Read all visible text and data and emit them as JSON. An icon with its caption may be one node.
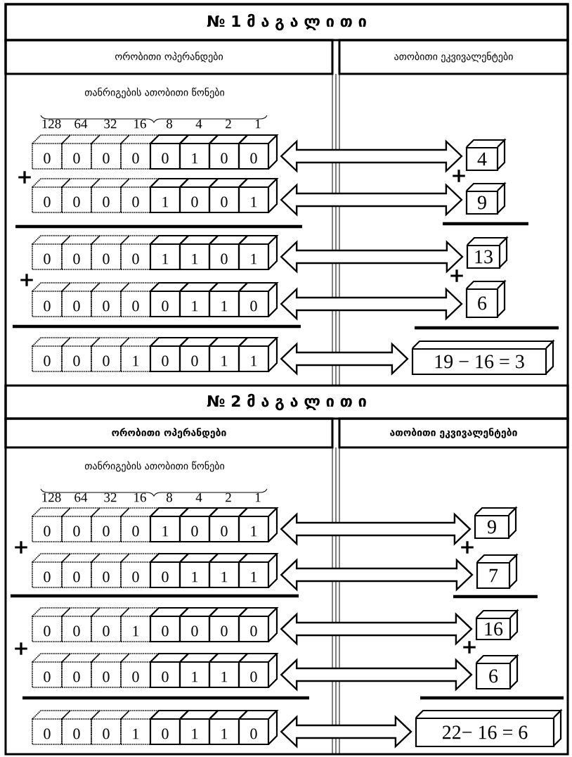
{
  "diagram": {
    "nodes": [
      {
        "text": [
          "№ 1 მ ა გ ა ლ ი თ ი"
        ]
      },
      {
        "text": [
          "ორობითი ოპერანდები"
        ]
      },
      {
        "text": [
          "ათობითი ეკვივალენტები"
        ]
      },
      {
        "text": [
          "0",
          "0",
          "0",
          "0",
          "0",
          "1",
          "0",
          "0"
        ]
      },
      {
        "text": [
          "4"
        ]
      },
      {
        "text": [
          "0",
          "0",
          "0",
          "0",
          "1",
          "0",
          "0",
          "1"
        ]
      },
      {
        "text": [
          "9"
        ]
      },
      {
        "text": [
          "0",
          "0",
          "0",
          "0",
          "1",
          "1",
          "0",
          "1"
        ]
      },
      {
        "text": [
          "13"
        ]
      },
      {
        "text": [
          "0",
          "0",
          "0",
          "0",
          "0",
          "1",
          "1",
          "0"
        ]
      },
      {
        "text": [
          "6"
        ]
      },
      {
        "text": [
          "0",
          "0",
          "0",
          "1",
          "0",
          "0",
          "1",
          "1"
        ]
      },
      {
        "text": [
          "19 − 16 = 3"
        ]
      },
      {
        "text": [
          "№ 2 მ ა გ ა ლ ი თ ი"
        ]
      },
      {
        "text": [
          "ორობითი ოპერანდები"
        ]
      },
      {
        "text": [
          "ათობითი ეკვივალენტები"
        ]
      },
      {
        "text": [
          "0",
          "0",
          "0",
          "0",
          "1",
          "0",
          "0",
          "1"
        ]
      },
      {
        "text": [
          "9"
        ]
      },
      {
        "text": [
          "0",
          "0",
          "0",
          "0",
          "0",
          "1",
          "1",
          "1"
        ]
      },
      {
        "text": [
          "7"
        ]
      },
      {
        "text": [
          "0",
          "0",
          "0",
          "1",
          "0",
          "0",
          "0",
          "0"
        ]
      },
      {
        "text": [
          "16"
        ]
      },
      {
        "text": [
          "0",
          "0",
          "0",
          "0",
          "0",
          "1",
          "1",
          "0"
        ]
      },
      {
        "text": [
          "6"
        ]
      },
      {
        "text": [
          "0",
          "0",
          "0",
          "1",
          "0",
          "1",
          "1",
          "0"
        ]
      },
      {
        "text": [
          "22− 16 = 6"
        ]
      }
    ],
    "edges": [
      {
        "from": 3,
        "to": 4,
        "arrow": "both"
      },
      {
        "from": 5,
        "to": 6,
        "arrow": "both"
      },
      {
        "from": 7,
        "to": 8,
        "arrow": "both"
      },
      {
        "from": 9,
        "to": 10,
        "arrow": "both"
      },
      {
        "from": 11,
        "to": 12,
        "arrow": "both"
      },
      {
        "from": 16,
        "to": 17,
        "arrow": "both"
      },
      {
        "from": 18,
        "to": 19,
        "arrow": "both"
      },
      {
        "from": 20,
        "to": 21,
        "arrow": "both"
      },
      {
        "from": 22,
        "to": 23,
        "arrow": "both"
      },
      {
        "from": 24,
        "to": 25,
        "arrow": "both"
      }
    ],
    "labels": [
      "თანრიგების ათობითი წონები",
      "128",
      "64",
      "32",
      "16",
      "8",
      "4",
      "2",
      "1",
      "+",
      "+",
      "+",
      "+",
      "თანრიგების ათობითი წონები",
      "128",
      "64",
      "32",
      "16",
      "8",
      "4",
      "2",
      "1",
      "+",
      "+",
      "+",
      "+"
    ]
  }
}
